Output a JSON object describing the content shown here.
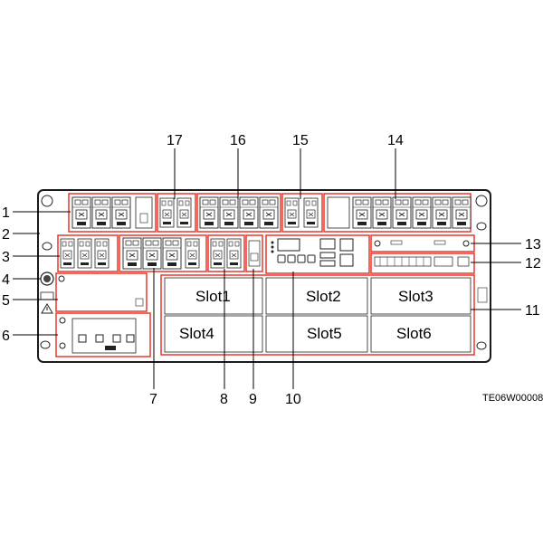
{
  "slots": [
    "Slot1",
    "Slot2",
    "Slot3",
    "Slot4",
    "Slot5",
    "Slot6"
  ],
  "callouts": [
    "1",
    "2",
    "3",
    "4",
    "5",
    "6",
    "7",
    "8",
    "9",
    "10",
    "11",
    "12",
    "13",
    "14",
    "15",
    "16",
    "17"
  ],
  "figure_id": "TE06W00008",
  "colors": {
    "highlight": "#e8392b",
    "outline": "#1a1a1a",
    "panel": "#ffffff"
  }
}
